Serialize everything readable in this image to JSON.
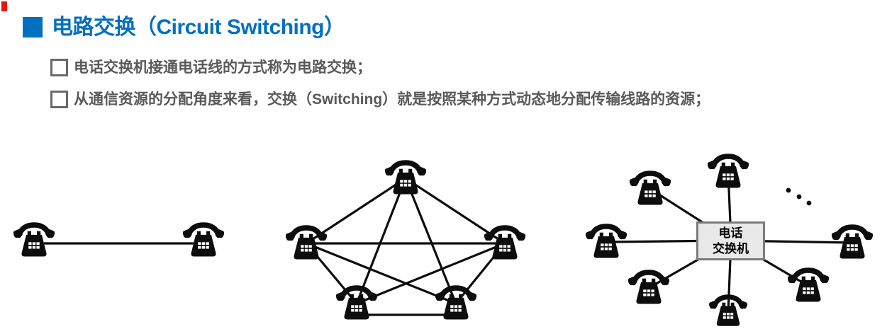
{
  "slide": {
    "title": "电路交换（Circuit Switching）",
    "bullets": [
      "电话交换机接通电话线的方式称为电路交换；",
      "从通信资源的分配角度来看，交换（Switching）就是按照某种方式动态地分配传输线路的资源；"
    ],
    "switch": {
      "line1": "电话",
      "line2": "交换机"
    },
    "diagrams": {
      "point_to_point": {
        "phone_count": 2,
        "link_count": 1
      },
      "full_mesh": {
        "phone_count": 5,
        "link_count": 10
      },
      "switched_star": {
        "phone_count": 7,
        "link_count": 7,
        "has_more_ellipsis": true
      }
    }
  },
  "colors": {
    "title_blue": "#0070c0",
    "bullet_text_gray": "#595959",
    "phone_black": "#0d0d0d",
    "switch_box_fill": "#e9e9e9",
    "switch_box_border": "#7b7b7b",
    "red_mark": "#e3170d"
  }
}
